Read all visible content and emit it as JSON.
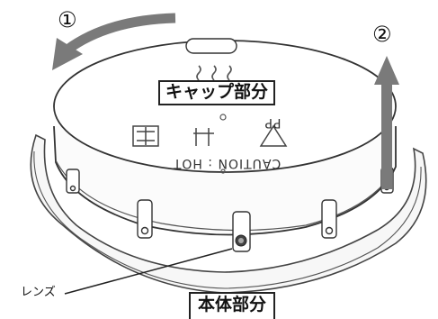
{
  "steps": {
    "step1": "①",
    "step2": "②"
  },
  "labels": {
    "cap_part": "キャップ部分",
    "body_part": "本体部分",
    "lens": "レンズ"
  },
  "cap_surface": {
    "caution_text": "CAUTION : HOT",
    "recycle_mark": "PP"
  },
  "colors": {
    "arrow": "#7a7a7a",
    "outline": "#333333"
  }
}
